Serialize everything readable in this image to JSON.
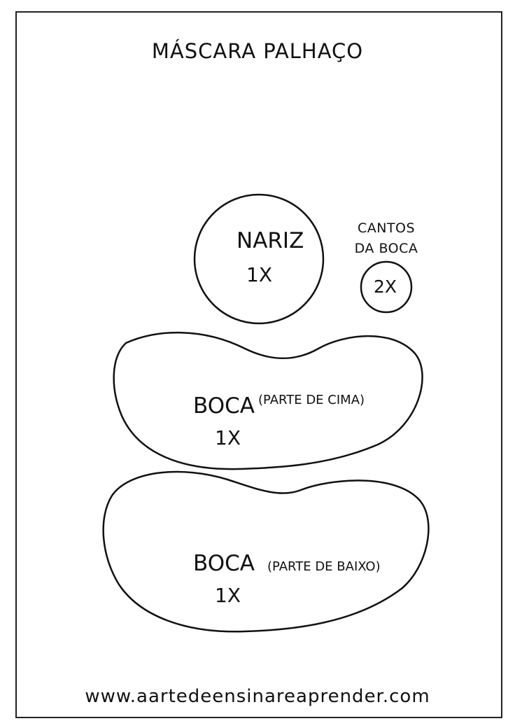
{
  "title": "MÁSCARA PALHAÇO",
  "pieces": {
    "nariz": {
      "name": "NARIZ",
      "count": "1X"
    },
    "cantos": {
      "line1": "CANTOS",
      "line2": "DA BOCA",
      "count": "2X"
    },
    "boca_cima": {
      "name": "BOCA",
      "detail": "(PARTE DE CIMA)",
      "count": "1X"
    },
    "boca_baixo": {
      "name": "BOCA",
      "detail": "(PARTE DE BAIXO)",
      "count": "1X"
    }
  },
  "footer": {
    "url": "www.aartedeensinareaprender.com"
  },
  "colors": {
    "stroke": "#111111",
    "background": "#ffffff"
  }
}
